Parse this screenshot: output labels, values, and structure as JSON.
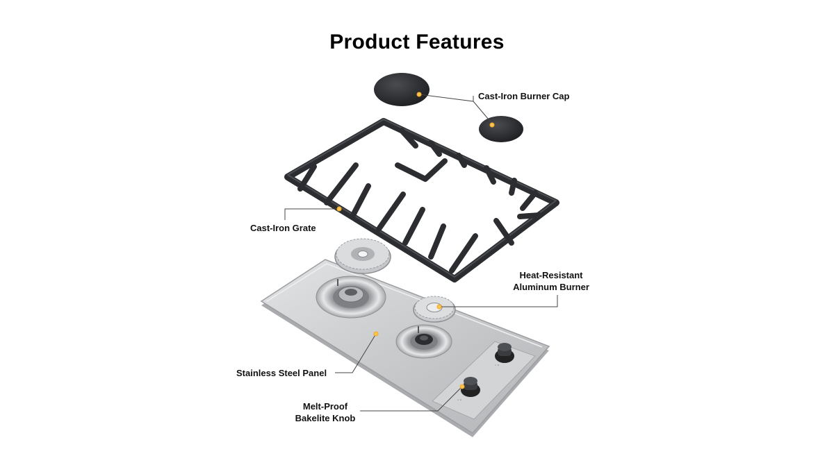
{
  "title": "Product Features",
  "callouts": {
    "burner_cap": "Cast-Iron Burner Cap",
    "grate": "Cast-Iron Grate",
    "burner": {
      "line1": "Heat-Resistant",
      "line2": "Aluminum Burner"
    },
    "panel": "Stainless Steel Panel",
    "knob": {
      "line1": "Melt-Proof",
      "line2": "Bakelite Knob"
    }
  },
  "colors": {
    "marker": "#f5a623",
    "cast_iron": "#2b2d30",
    "steel": "#c9cbcd",
    "callout_line": "#444444"
  }
}
